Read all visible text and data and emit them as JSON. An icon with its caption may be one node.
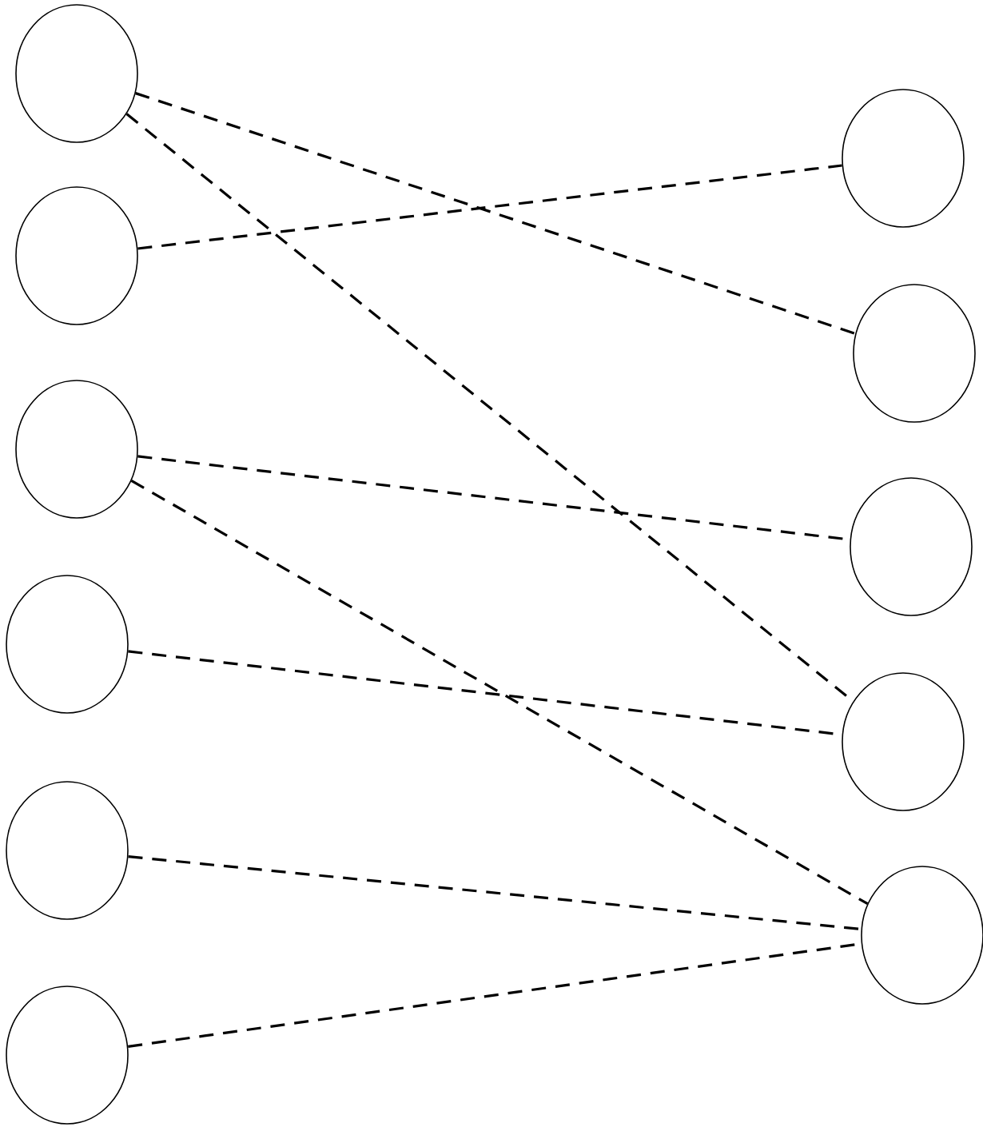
{
  "diagram": {
    "nodes": [
      {
        "text": [],
        "shape": "circle"
      },
      {
        "text": [],
        "shape": "circle"
      },
      {
        "text": [],
        "shape": "circle"
      },
      {
        "text": [],
        "shape": "circle"
      },
      {
        "text": [],
        "shape": "circle"
      },
      {
        "text": [],
        "shape": "circle"
      },
      {
        "text": [],
        "shape": "circle"
      },
      {
        "text": [],
        "shape": "circle"
      },
      {
        "text": [],
        "shape": "circle"
      },
      {
        "text": [],
        "shape": "circle"
      },
      {
        "text": [],
        "shape": "circle"
      }
    ],
    "edges": [
      {
        "from": 0,
        "to": 7,
        "arrow": "none",
        "style": "dashed"
      },
      {
        "from": 0,
        "to": 9,
        "arrow": "none",
        "style": "dashed"
      },
      {
        "from": 1,
        "to": 6,
        "arrow": "none",
        "style": "dashed"
      },
      {
        "from": 2,
        "to": 8,
        "arrow": "none",
        "style": "dashed"
      },
      {
        "from": 2,
        "to": 10,
        "arrow": "none",
        "style": "dashed"
      },
      {
        "from": 3,
        "to": 9,
        "arrow": "none",
        "style": "dashed"
      },
      {
        "from": 4,
        "to": 10,
        "arrow": "none",
        "style": "dashed"
      },
      {
        "from": 5,
        "to": 10,
        "arrow": "none",
        "style": "dashed"
      }
    ]
  }
}
